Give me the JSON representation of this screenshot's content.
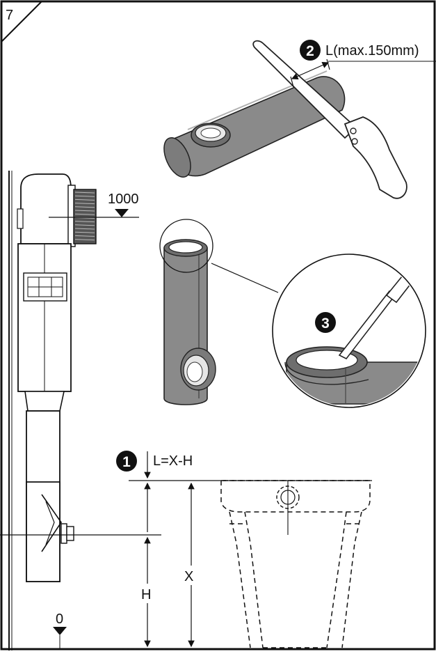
{
  "panel_number": "7",
  "steps": {
    "step1": {
      "badge": "1",
      "formula": "L=X-H"
    },
    "step2": {
      "badge": "2",
      "label": "L(max.150mm)"
    },
    "step3": {
      "badge": "3"
    }
  },
  "dimensions": {
    "height_mark": "1000",
    "h_label": "H",
    "x_label": "X",
    "zero_label": "0"
  },
  "colors": {
    "ink": "#111111",
    "pipe_fill": "#8a8a8a",
    "pipe_dark": "#5c5c5c",
    "badge": "#111111"
  }
}
